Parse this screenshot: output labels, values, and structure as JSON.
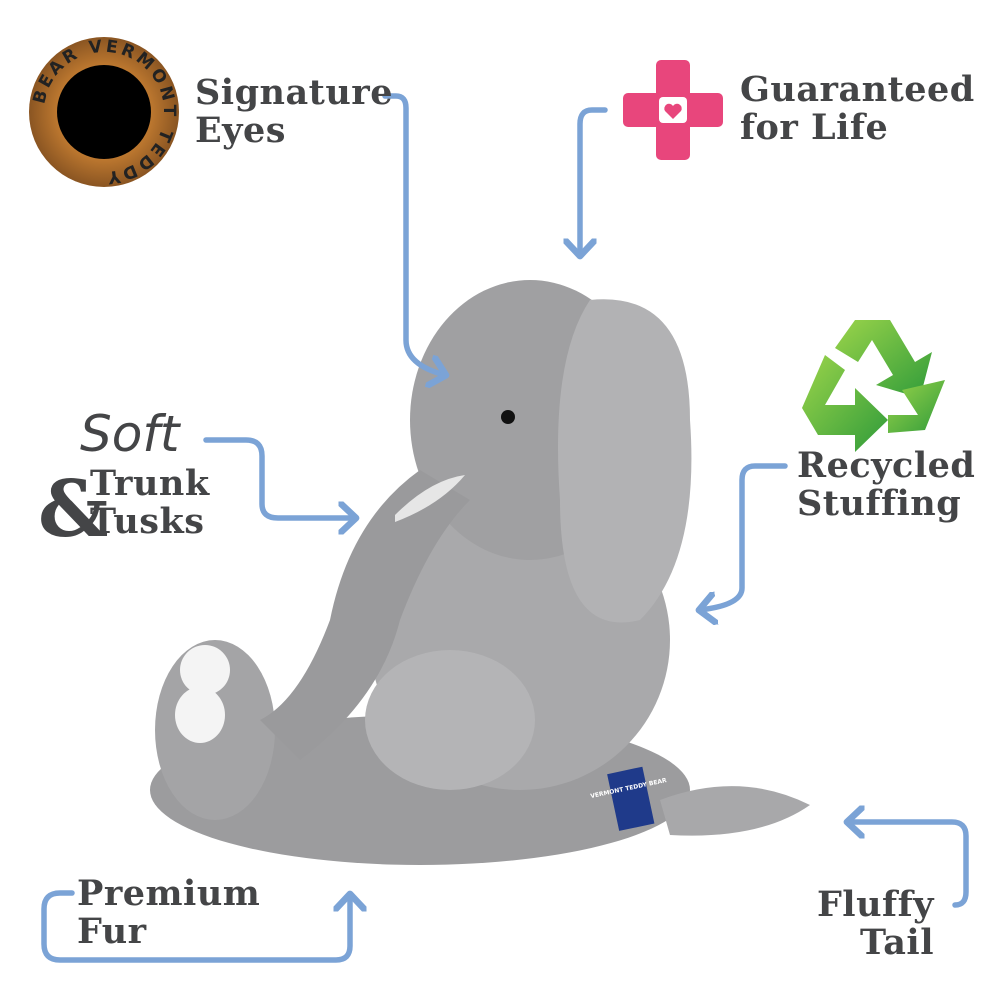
{
  "colors": {
    "arrow": "#7ba3d6",
    "text": "#444547",
    "cross": "#e8467c",
    "recycle": "#5cb83a",
    "badge": "#b06f2a"
  },
  "badge": {
    "text": "BEAR VERMONT TEDDY",
    "icon": "vermont-teddy-bear-eye-badge"
  },
  "features": {
    "signature_eyes": [
      "Signature",
      "Eyes"
    ],
    "guaranteed": [
      "Guaranteed",
      "for Life"
    ],
    "soft": {
      "emphasis": "Soft",
      "amp": "&",
      "lines": [
        "Trunk",
        "Tusks"
      ]
    },
    "recycled": [
      "Recycled",
      "Stuffing"
    ],
    "premium": [
      "Premium",
      "Fur"
    ],
    "fluffy": [
      "Fluffy",
      "Tail"
    ]
  },
  "tag": {
    "text": "VERMONT TEDDY BEAR"
  }
}
